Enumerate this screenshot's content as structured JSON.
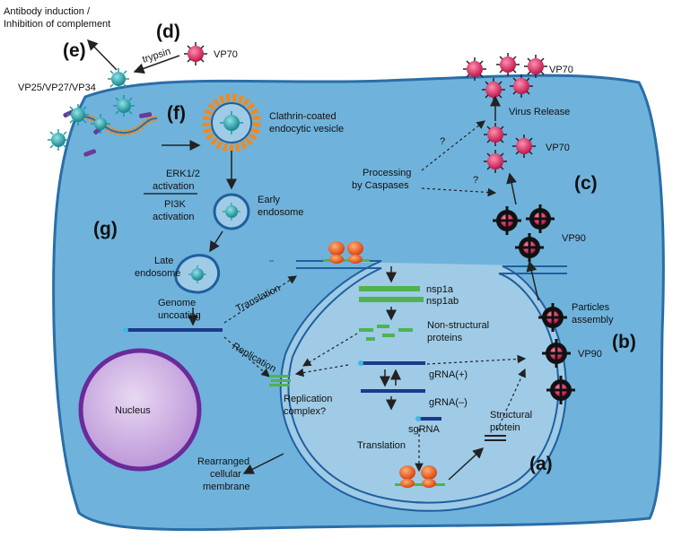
{
  "markers": {
    "a": "(a)",
    "b": "(b)",
    "c": "(c)",
    "d": "(d)",
    "e": "(e)",
    "f": "(f)",
    "g": "(g)"
  },
  "top_note": {
    "line1": "Antibody induction /",
    "line2": "Inhibition of complement"
  },
  "labels": {
    "trypsin": "trypsin",
    "vp70_d": "VP70",
    "vp_outer": "VP25/VP27/VP34",
    "vp70_top": "VP70",
    "virus_release": "Virus Release",
    "vp70_mid": "VP70",
    "question1": "?",
    "question2": "?",
    "processing_line1": "Processing",
    "processing_line2": "by Caspases",
    "vp90_top": "VP90",
    "particles_line1": "Particles",
    "particles_line2": "assembly",
    "vp90_bottom": "VP90",
    "clathrin_line1": "Clathrin-coated",
    "clathrin_line2": "endocytic vesicle",
    "erk_line1": "ERK1/2",
    "erk_line2": "activation",
    "pi3k_line1": "PI3K",
    "pi3k_line2": "activation",
    "early_line1": "Early",
    "early_line2": "endosome",
    "late_line1": "Late",
    "late_line2": "endosome",
    "genome_line1": "Genome",
    "genome_line2": "uncoating",
    "translation_upper": "Translation",
    "replication": "Replication",
    "nsp1a": "nsp1a",
    "nsp1ab": "nsp1ab",
    "nonstructural_line1": "Non-structural",
    "nonstructural_line2": "proteins",
    "grna_plus": "gRNA(+)",
    "grna_minus": "gRNA(–)",
    "sgrna": "sgRNA",
    "repl_complex_line1": "Replication",
    "repl_complex_line2": "complex?",
    "structural_line1": "Structural",
    "structural_line2": "protein",
    "translation_lower": "Translation",
    "rearranged_line1": "Rearranged",
    "rearranged_line2": "cellular",
    "rearranged_line3": "membrane",
    "nucleus": "Nucleus"
  },
  "colors": {
    "cell_fill": "#6fb3dc",
    "cell_stroke": "#2a6ea8",
    "er_fill": "#9fcbe6",
    "er_stroke": "#1f5f9e",
    "nucleus_fill": "#c9a8e0",
    "nucleus_stroke": "#6a2a9a",
    "virion_teal": "#1a9aa0",
    "virion_pink": "#e0245e",
    "clathrin_orange": "#f08a1c",
    "rna_blue": "#1b3a8a",
    "protein_green": "#4fb34f",
    "ribosome_orange": "#e8551c",
    "receptor_purple": "#6a3a9a"
  },
  "icons": [
    "teal-virion-icon",
    "pink-virion-icon",
    "black-spiked-virion-icon",
    "ribosome-icon",
    "receptor-icon"
  ]
}
